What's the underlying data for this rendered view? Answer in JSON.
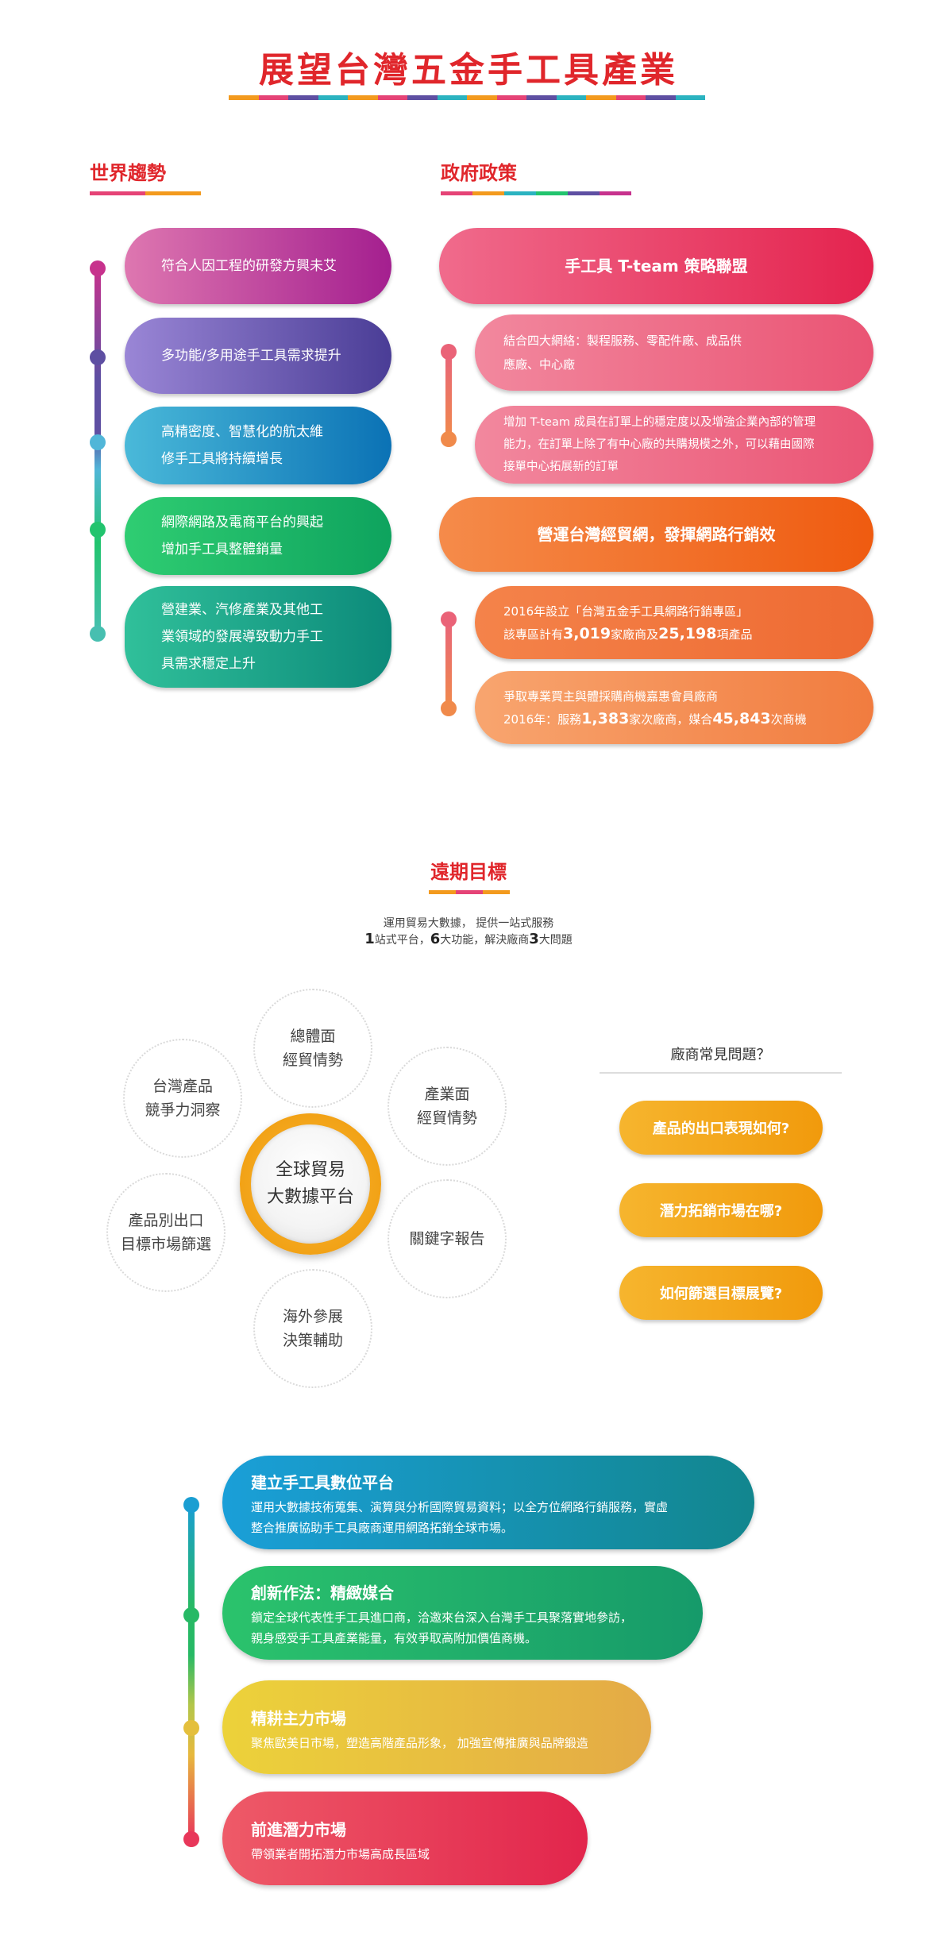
{
  "title": "展望台灣五金手工具產業",
  "colors": {
    "title_red": "#e0262b",
    "stripe": [
      "#f39a1e",
      "#e54376",
      "#5e4fa2",
      "#2bb3c0",
      "#f39a1e",
      "#e54376",
      "#5e4fa2",
      "#2bb3c0",
      "#f39a1e",
      "#e54376",
      "#5e4fa2",
      "#2bb3c0",
      "#f39a1e",
      "#e54376",
      "#5e4fa2",
      "#2bb3c0"
    ]
  },
  "world": {
    "title": "世界趨勢",
    "items": [
      {
        "text": "符合人因工程的研發方興未艾"
      },
      {
        "text": "多功能/多用途手工具需求提升"
      },
      {
        "text": "高精密度、智慧化的航太維修手工具將持續增長"
      },
      {
        "text": "網際網路及電商平台的興起增加手工具整體銷量"
      },
      {
        "text": "營建業、汽修產業及其他工業領域的發展導致動力手工具需求穩定上升"
      }
    ]
  },
  "gov": {
    "title": "政府政策",
    "head1": "手工具 T-team 策略聯盟",
    "sub1": [
      {
        "text": "結合四大網絡：製程服務、零配件廠、成品供應廠、中心廠"
      },
      {
        "text": "增加 T-team 成員在訂單上的穩定度以及增強企業內部的管理能力，在訂單上除了有中心廠的共購規模之外，可以藉由國際接單中心拓展新的訂單"
      }
    ],
    "head2": "營運台灣經貿網，發揮網路行銷效",
    "sub2a": {
      "l1": "2016年設立「台灣五金手工具網路行銷專區」",
      "p1": "該專區計有",
      "n1": "3,019",
      "p2": "家廠商及",
      "n2": "25,198",
      "p3": "項產品"
    },
    "sub2b": {
      "l1": "爭取專業買主與體採購商機嘉惠會員廠商",
      "p1": "2016年：服務",
      "n1": "1,383",
      "p2": "家次廠商，媒合",
      "n2": "45,843",
      "p3": "次商機"
    }
  },
  "goal": {
    "title": "遠期目標",
    "line1": "運用貿易大數據， 提供一站式服務",
    "line2": {
      "n1": "1",
      "t1": "站式平台，",
      "n2": "6",
      "t2": "大功能，解決廠商",
      "n3": "3",
      "t3": "大問題"
    },
    "hub": [
      "全球貿易",
      "大數據平台"
    ],
    "circles": [
      {
        "l1": "總體面",
        "l2": "經貿情勢"
      },
      {
        "l1": "產業面",
        "l2": "經貿情勢"
      },
      {
        "l1": "關鍵字報告",
        "l2": ""
      },
      {
        "l1": "海外參展",
        "l2": "決策輔助"
      },
      {
        "l1": "產品別出口",
        "l2": "目標市場篩選"
      },
      {
        "l1": "台灣產品",
        "l2": "競爭力洞察"
      }
    ],
    "faq_title": "廠商常見問題？",
    "faq": [
      "產品的出口表現如何?",
      "潛力拓銷市場在哪?",
      "如何篩選目標展覽?"
    ]
  },
  "strategy": [
    {
      "title": "建立手工具數位平台",
      "d1": "運用大數據技術蒐集、演算與分析國際貿易資料；以全方位網路行銷服務，實虛",
      "d2": "整合推廣協助手工具廠商運用網路拓銷全球市場。"
    },
    {
      "title": "創新作法：精緻媒合",
      "d1": "鎖定全球代表性手工具進口商，洽邀來台深入台灣手工具聚落實地參訪，",
      "d2": "親身感受手工具產業能量，有效爭取高附加價值商機。"
    },
    {
      "title": "精耕主力市場",
      "d1": "聚焦歐美日市場，塑造高階產品形象， 加強宣傳推廣與品牌鍛造",
      "d2": ""
    },
    {
      "title": "前進潛力市場",
      "d1": "帶領業者開拓潛力市場高成長區域",
      "d2": ""
    }
  ]
}
